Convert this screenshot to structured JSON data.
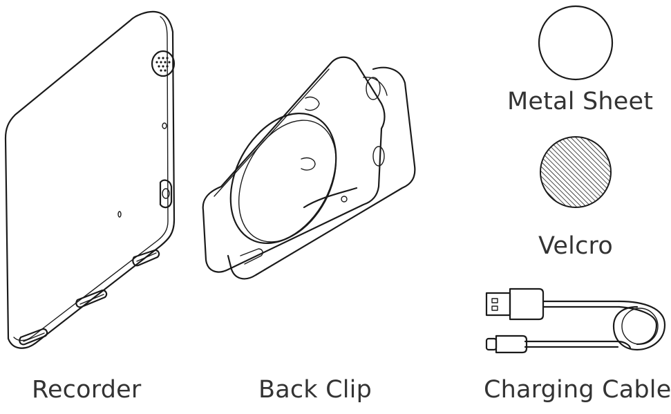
{
  "items": [
    {
      "id": "recorder",
      "label": "Recorder"
    },
    {
      "id": "back-clip",
      "label": "Back Clip"
    },
    {
      "id": "metal-sheet",
      "label": "Metal Sheet"
    },
    {
      "id": "velcro",
      "label": "Velcro"
    },
    {
      "id": "charging-cable",
      "label": "Charging Cable"
    }
  ],
  "colors": {
    "line": "#1a1a1a",
    "text": "#333333"
  }
}
